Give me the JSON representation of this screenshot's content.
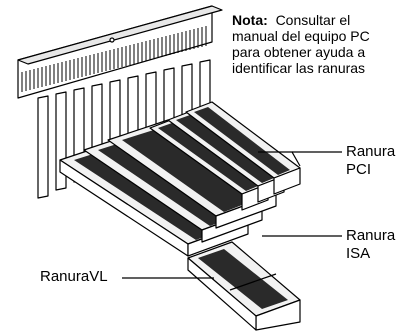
{
  "note": {
    "prefix": "Nota:",
    "lines": [
      "Consultar el",
      "manual del equipo PC",
      "para obtener ayuda a",
      "identificar las ranuras"
    ]
  },
  "labels": {
    "pci_line1": "Ranura",
    "pci_line2": "PCI",
    "isa_line1": "Ranura",
    "isa_line2": "ISA",
    "vl": "RanuraVL"
  }
}
